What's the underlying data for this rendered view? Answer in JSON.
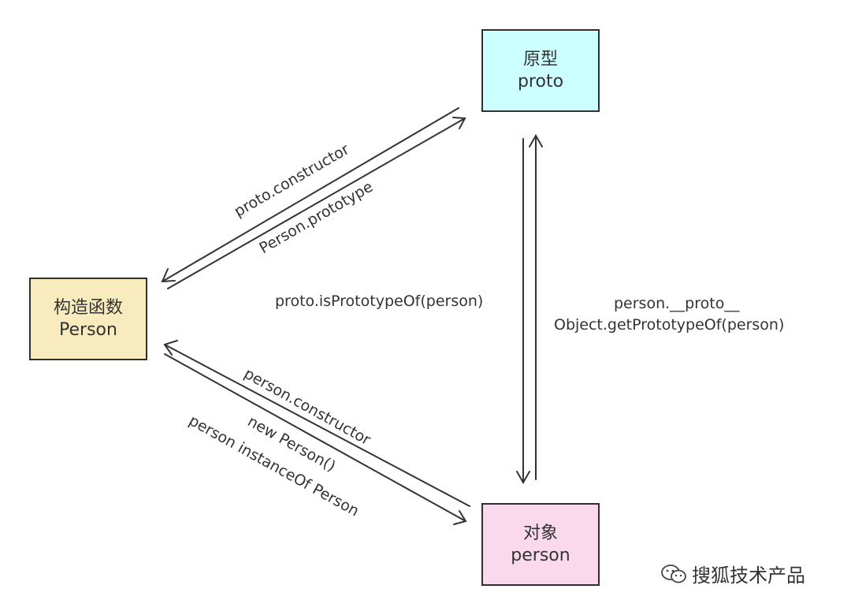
{
  "nodes": {
    "proto": {
      "line1": "原型",
      "line2": "proto",
      "fill": "#ccffff"
    },
    "person": {
      "line1": "对象",
      "line2": "person",
      "fill": "#f9d9eb"
    },
    "ctor": {
      "line1": "构造函数",
      "line2": "Person",
      "fill": "#f8ebbd"
    }
  },
  "edges": {
    "ctor_proto": {
      "label_upper": "proto.constructor",
      "label_lower": "Person.prototype"
    },
    "ctor_person": {
      "label_upper": "person.constructor",
      "label_mid": "new Person()",
      "label_lower": "person instanceOf Person"
    },
    "proto_person": {
      "label_top": "person.__proto__",
      "label_bottom": "Object.getPrototypeOf(person)"
    },
    "center_label": "proto.isPrototypeOf(person)"
  },
  "watermark": {
    "text": "搜狐技术产品",
    "icon": "wechat-icon"
  },
  "colors": {
    "stroke": "#2f2f2f",
    "text": "#333333"
  }
}
